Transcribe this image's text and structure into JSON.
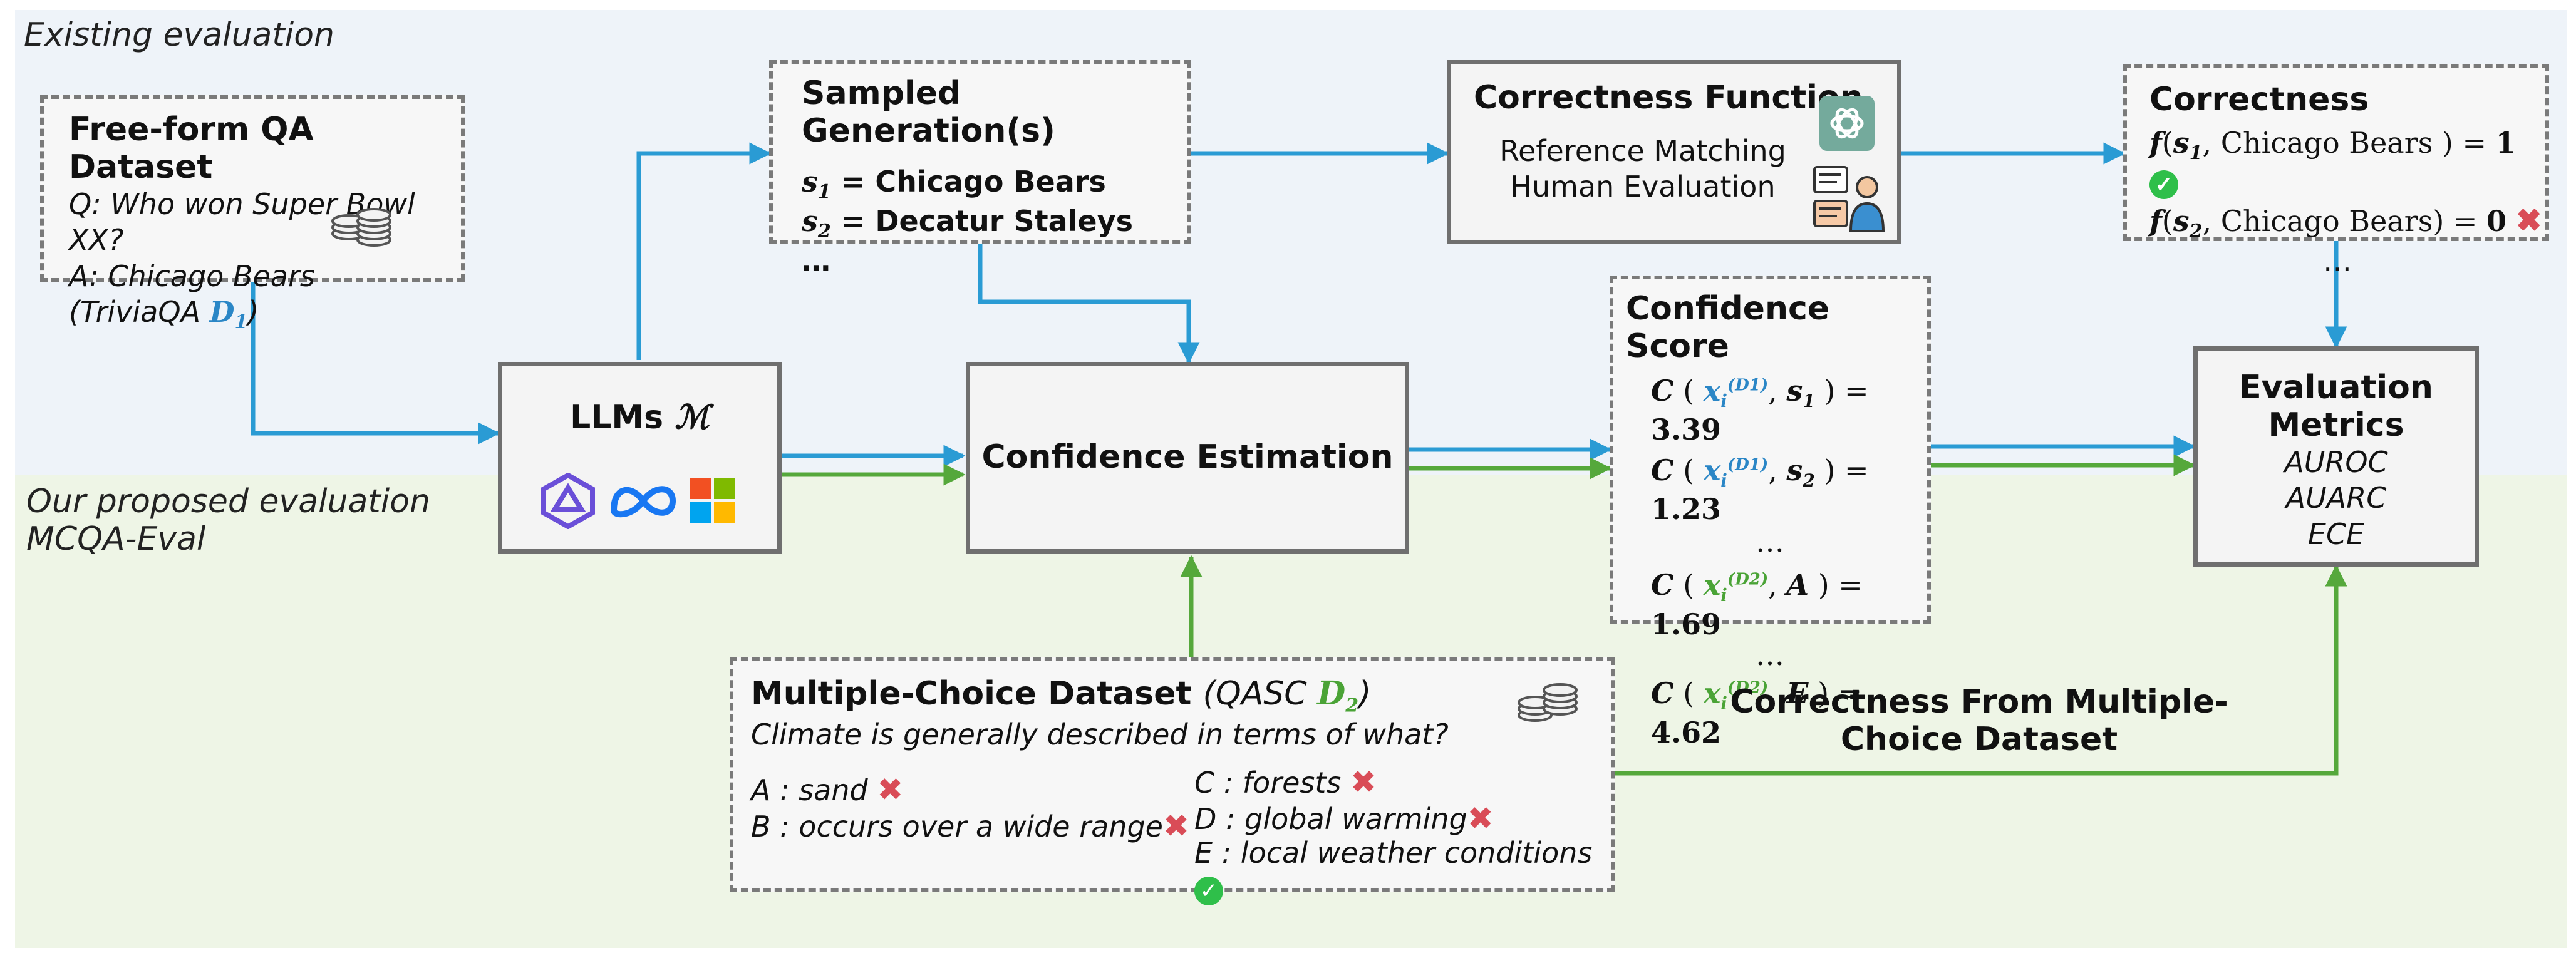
{
  "colors": {
    "top_band": "#eef3f9",
    "bottom_band": "#eef5e6",
    "blue_arrow": "#2a9bd4",
    "green_arrow": "#55a83b",
    "box_border": "#777777"
  },
  "sections": {
    "existing": "Existing evaluation",
    "proposed_line1": "Our proposed evaluation",
    "proposed_line2": "MCQA-Eval"
  },
  "freeform": {
    "title": "Free-form QA Dataset",
    "question": "Q: Who won Super Bowl XX?",
    "answer": "A: Chicago Bears",
    "source_prefix": "(TriviaQA ",
    "source_suffix": ")",
    "icon": "database-icon"
  },
  "sampled": {
    "title": "Sampled Generation(s)",
    "s1_value": " = Chicago Bears",
    "s2_value": " = Decatur Staleys",
    "ellipsis": "…"
  },
  "correctness_fn": {
    "title": "Correctness Function",
    "line1": "Reference Matching",
    "line2": "Human Evaluation",
    "icons": [
      "openai-icon",
      "human-evaluator-icon"
    ]
  },
  "correctness": {
    "title": "Correctness",
    "row1_arg": "Chicago Bears",
    "row1_value": "1",
    "row2_arg": "Chicago Bears",
    "row2_value": "0",
    "ellipsis": "…"
  },
  "llms": {
    "title": "LLMs",
    "icons": [
      "qwen-logo-icon",
      "meta-logo-icon",
      "microsoft-logo-icon"
    ]
  },
  "confidence_estimation": {
    "title": "Confidence Estimation"
  },
  "confidence_score": {
    "title": "Confidence Score",
    "values": [
      "3.39",
      "1.23",
      "1.69",
      "4.62"
    ],
    "args": [
      "s",
      "s",
      "A",
      "E"
    ],
    "ellipsis": "…"
  },
  "metrics": {
    "title_line1": "Evaluation",
    "title_line2": "Metrics",
    "items": [
      "AUROC",
      "AUARC",
      "ECE"
    ]
  },
  "mcqa": {
    "title": "Multiple-Choice Dataset",
    "source_prefix": "(QASC ",
    "source_suffix": ")",
    "question": "Climate is generally described in terms of what?",
    "options": [
      {
        "text": "A : sand",
        "correct": false
      },
      {
        "text": "B : occurs over a wide range",
        "correct": false
      },
      {
        "text": "C : forests",
        "correct": false
      },
      {
        "text": "D : global warming",
        "correct": false
      },
      {
        "text": "E : local weather conditions",
        "correct": true
      }
    ],
    "icon": "database-icon"
  },
  "correctness_from_mc": {
    "line1": "Correctness From Multiple-",
    "line2": "Choice Dataset"
  }
}
